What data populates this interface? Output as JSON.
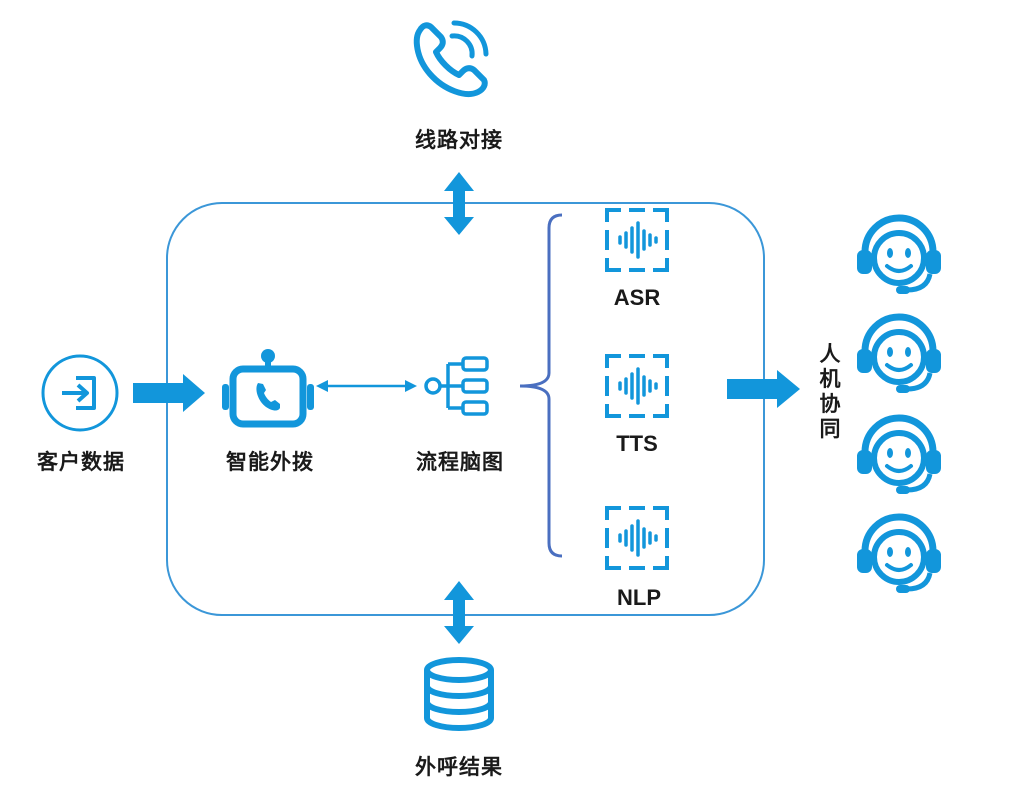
{
  "colors": {
    "primary": "#1296db",
    "border": "#3b97d8",
    "bracket": "#4a6fc0",
    "text": "#1a1a1a"
  },
  "nodes": {
    "line_connect": {
      "label": "线路对接",
      "icon": "phone-icon"
    },
    "customer_data": {
      "label": "客户数据",
      "icon": "import-icon"
    },
    "smart_dial": {
      "label": "智能外拨",
      "icon": "robot-phone-icon"
    },
    "flow_map": {
      "label": "流程脑图",
      "icon": "mind-map-icon"
    },
    "asr": {
      "label": "ASR",
      "icon": "voice-wave-icon"
    },
    "tts": {
      "label": "TTS",
      "icon": "voice-wave-icon"
    },
    "nlp": {
      "label": "NLP",
      "icon": "voice-wave-icon"
    },
    "human_collab": {
      "label": "人机协同",
      "icon": "agent-headset-icon"
    },
    "call_result": {
      "label": "外呼结果",
      "icon": "database-icon"
    }
  }
}
